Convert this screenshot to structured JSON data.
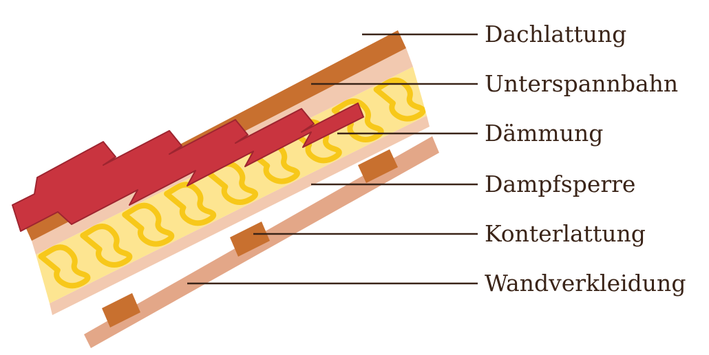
{
  "colors": {
    "tiles": "#c9343f",
    "tile_stroke": "#9e2530",
    "batten": "#c8702f",
    "membrane": "#f2c9b0",
    "insulation_fill": "#fde591",
    "insulation_curl": "#f7c81a",
    "counter_batten": "#c8702f",
    "wall_cladding": "#e3a788",
    "leader": "#3a2418",
    "text": "#3a2418"
  },
  "labels": [
    {
      "key": "dachlattung",
      "text": "Dachlattung"
    },
    {
      "key": "unterspannbahn",
      "text": "Unterspannbahn"
    },
    {
      "key": "daemmung",
      "text": "Dämmung"
    },
    {
      "key": "dampfsperre",
      "text": "Dampfsperre"
    },
    {
      "key": "konterlattung",
      "text": "Konterlattung"
    },
    {
      "key": "wandverkleidung",
      "text": "Wandverkleidung"
    }
  ]
}
